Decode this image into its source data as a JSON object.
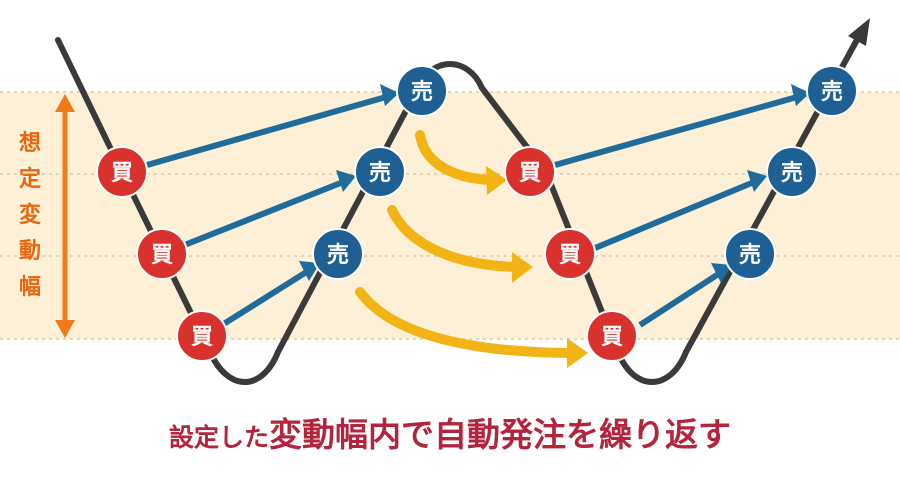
{
  "range_label": [
    "想",
    "定",
    "変",
    "動",
    "幅"
  ],
  "buy_label": "買",
  "sell_label": "売",
  "caption": {
    "prefix": "設定した",
    "emphasis": "変動幅内で自動発注を繰り返す"
  },
  "colors": {
    "band": "#fdf0d6",
    "band_lines": "#d8c9a8",
    "price_line": "#3a3a3a",
    "buy": "#d9312b",
    "sell": "#1e5f94",
    "buy_sell_arrow": "#1e6b9c",
    "repeat_arrow": "#f2b314",
    "range_arrow": "#ef7a1a",
    "caption": "#b3243d"
  },
  "orders": [
    {
      "buy_index": 0,
      "sell_index": 0
    },
    {
      "buy_index": 1,
      "sell_index": 1
    },
    {
      "buy_index": 2,
      "sell_index": 2
    },
    {
      "buy_index": 3,
      "sell_index": 3
    },
    {
      "buy_index": 4,
      "sell_index": 4
    },
    {
      "buy_index": 5,
      "sell_index": 5
    }
  ]
}
